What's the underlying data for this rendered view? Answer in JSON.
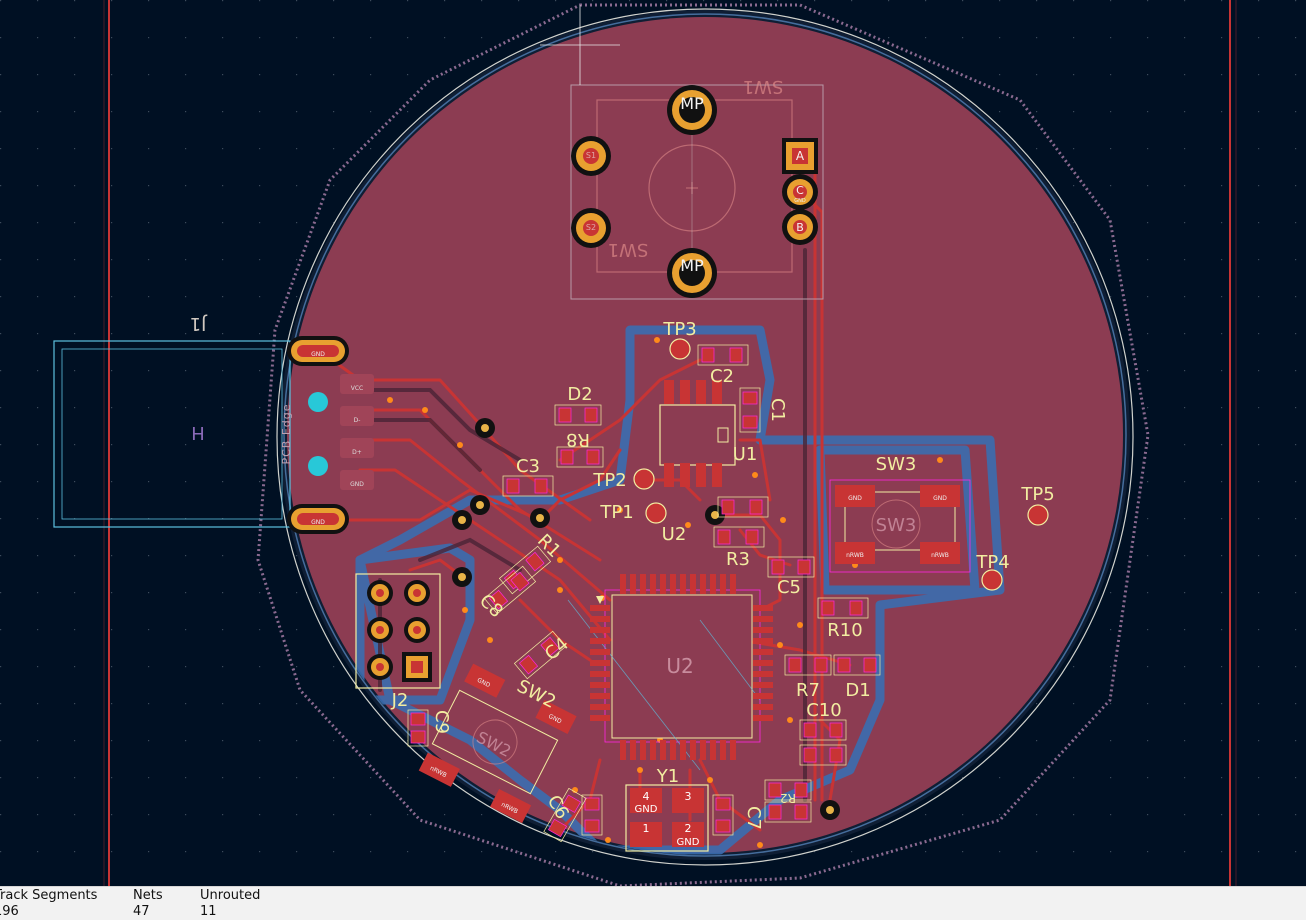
{
  "board": {
    "edge_label": "PCB Edge",
    "j1": {
      "ref": "J1",
      "value": "H",
      "pads": [
        "VCC",
        "D-",
        "D+",
        "GND"
      ],
      "shield": "GND"
    },
    "sw1": {
      "ref": "SW1",
      "pads": [
        "MP",
        "MP",
        "S1",
        "S2",
        "A",
        "C",
        "B"
      ],
      "pad_sub": "GND"
    },
    "refs": [
      "TP3",
      "C2",
      "C1",
      "U1",
      "D2",
      "R8",
      "C3",
      "TP2",
      "TP1",
      "U2",
      "R3",
      "C5",
      "R1",
      "C8",
      "C4",
      "J2",
      "SW2",
      "C9",
      "C6",
      "C7",
      "Y1",
      "SW3",
      "TP4",
      "TP5",
      "R10",
      "R7",
      "D1",
      "C10",
      "R2"
    ],
    "u2_label": "U2",
    "y1_pads": [
      "4",
      "GND",
      "3",
      "1",
      "2",
      "GND"
    ],
    "sw_pad_labels": [
      "GND",
      "nRWB"
    ]
  },
  "status": [
    {
      "label": "Track Segments",
      "value": "196"
    },
    {
      "label": "Nets",
      "value": "47"
    },
    {
      "label": "Unrouted",
      "value": "11"
    }
  ],
  "colors": {
    "background": "#001023",
    "copper_front": "#c83434",
    "copper_back": "#4d7fc4",
    "fill": "#8c3c52",
    "silkscreen": "#f2eda1",
    "courtyard": "#ff26e2",
    "edge_cuts": "#d0d2cd"
  }
}
